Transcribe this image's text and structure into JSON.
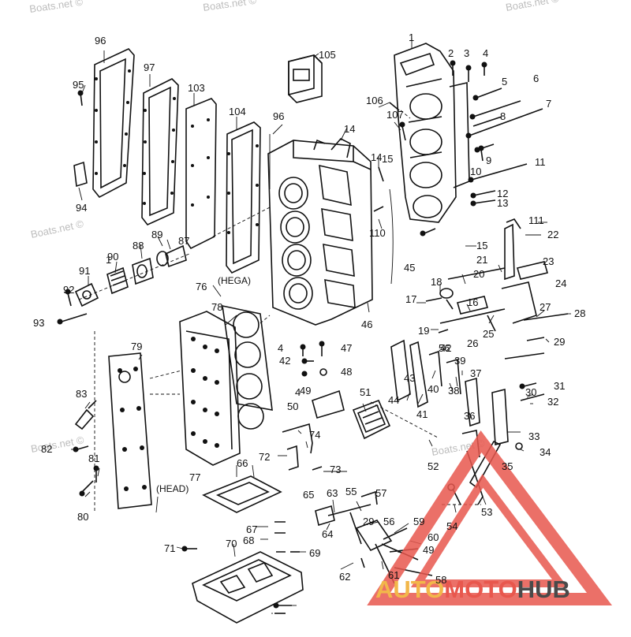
{
  "watermarks": [
    "Boats.net ©",
    "Boats.net ©",
    "Boats.net ©",
    "Boats.net ©",
    "Boats.net ©",
    "Boats.net ©"
  ],
  "captions": {
    "hega": "(HEGA)",
    "head": "(HEAD)"
  },
  "logo": {
    "part1": "AUTO",
    "part2": "MOTO",
    "part3": "HUB",
    "color_auto": "#f2b74a",
    "color_moto": "#e8574d",
    "color_hub": "#4a4a4a",
    "triangle_color": "#e8574d"
  },
  "labels": [
    "1",
    "2",
    "3",
    "4",
    "5",
    "6",
    "7",
    "8",
    "9",
    "10",
    "11",
    "12",
    "13",
    "14",
    "15",
    "16",
    "17",
    "18",
    "19",
    "20",
    "21",
    "22",
    "23",
    "24",
    "25",
    "26",
    "27",
    "28",
    "29",
    "30",
    "31",
    "32",
    "33",
    "34",
    "35",
    "36",
    "37",
    "38",
    "39",
    "40",
    "41",
    "42",
    "43",
    "44",
    "45",
    "46",
    "47",
    "48",
    "49",
    "50",
    "51",
    "52",
    "53",
    "54",
    "55",
    "56",
    "57",
    "58",
    "59",
    "60",
    "61",
    "62",
    "63",
    "64",
    "65",
    "66",
    "67",
    "68",
    "69",
    "70",
    "71",
    "72",
    "73",
    "74",
    "76",
    "77",
    "78",
    "79",
    "80",
    "81",
    "82",
    "83",
    "87",
    "88",
    "89",
    "90",
    "91",
    "92",
    "93",
    "94",
    "95",
    "96",
    "97",
    "103",
    "104",
    "105",
    "106",
    "107",
    "110",
    "111",
    "1",
    "96",
    "14",
    "15",
    "4",
    "42",
    "56",
    "29",
    "49",
    "4"
  ]
}
